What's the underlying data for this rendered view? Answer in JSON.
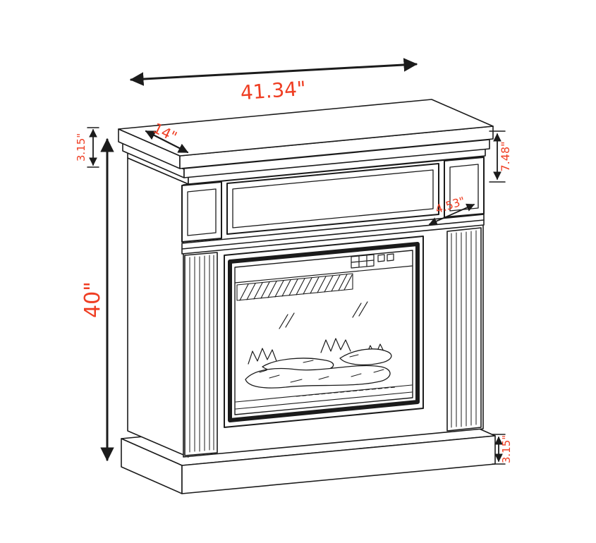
{
  "colors": {
    "dimension_text": "#ef3e23",
    "line": "#1b1b1b",
    "background": "#ffffff"
  },
  "diagram": {
    "dimensions": {
      "overall_width": "41.34\"",
      "top_depth": "14\"",
      "shelf_thickness": "3.15\"",
      "header_height": "7.48\"",
      "column_depth": "4.53\"",
      "overall_height": "40\"",
      "base_height": "3.15\""
    }
  }
}
